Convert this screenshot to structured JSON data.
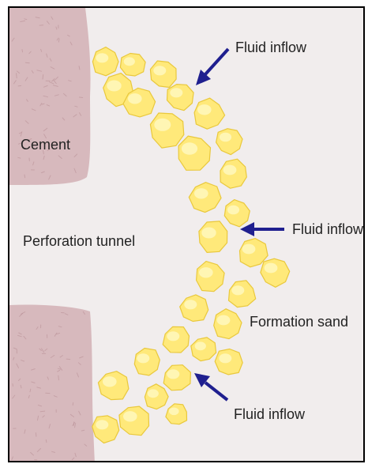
{
  "colors": {
    "background": "#f1eded",
    "cement": "#d7b9bd",
    "cement_speckle": "#b88f95",
    "sand_fill": "#ffe97a",
    "sand_core": "#fff9c8",
    "sand_stroke": "#e9c83c",
    "arrow": "#1f1f8f",
    "frame": "#000000"
  },
  "labels": {
    "cement": "Cement",
    "perforation_tunnel": "Perforation tunnel",
    "formation_sand": "Formation sand",
    "fluid_inflow_top": "Fluid inflow",
    "fluid_inflow_middle": "Fluid inflow",
    "fluid_inflow_bottom": "Fluid inflow"
  },
  "icons": {
    "arrows": "arrow-icon"
  }
}
